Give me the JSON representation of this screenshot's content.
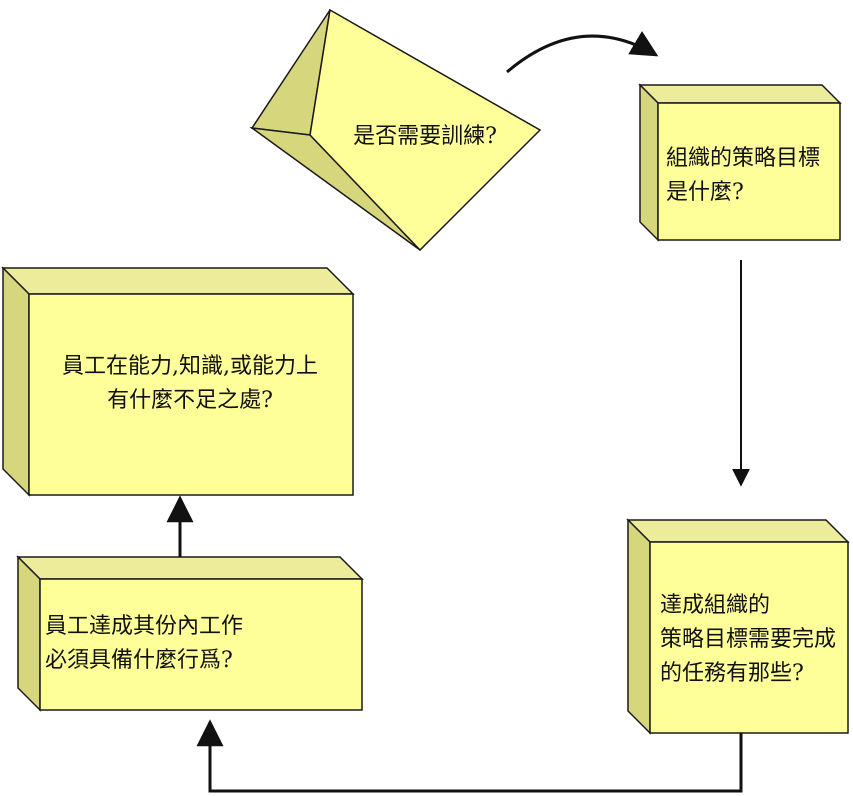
{
  "colors": {
    "face": "#ffff99",
    "side": "#d6d67c",
    "top": "#ecec9a",
    "outline": "#1a1a1a",
    "arrow": "#111111"
  },
  "nodes": {
    "need_training": {
      "lines": [
        "是否需要訓練?"
      ]
    },
    "org_strategy_goal": {
      "lines": [
        "組織的策略目標",
        "是什麼?"
      ]
    },
    "tasks_to_complete": {
      "lines": [
        "達成組織的",
        "策略目標需要完成",
        "的任務有那些?"
      ]
    },
    "employee_behavior": {
      "lines": [
        "員工達成其份內工作",
        "必須具備什麼行爲?"
      ]
    },
    "employee_gaps": {
      "lines": [
        "員工在能力,知識,或能力上",
        "有什麼不足之處?"
      ]
    }
  },
  "footer": {
    "text": ""
  }
}
